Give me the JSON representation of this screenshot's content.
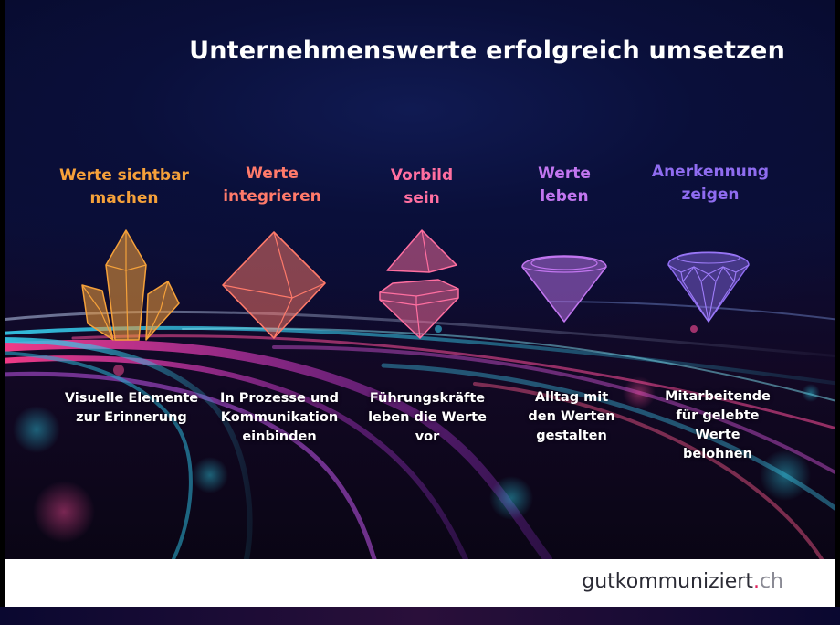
{
  "title": "Unternehmenswerte erfolgreich umsetzen",
  "colors": {
    "orange": "#f5a13a",
    "coral": "#ff7a6a",
    "pink": "#ff6fa0",
    "violet": "#c276f0",
    "blue_violet": "#8f6cf0",
    "brand_dot": "#e0245e"
  },
  "columns": [
    {
      "title_lines": [
        "Werte sichtbar",
        "machen"
      ],
      "description_lines": [
        "Visuelle Elemente",
        "zur Erinnerung"
      ],
      "icon": "crystal-cluster-icon",
      "color": "#f5a13a"
    },
    {
      "title_lines": [
        "Werte",
        "integrieren"
      ],
      "description_lines": [
        "In Prozesse und",
        "Kommunikation",
        "einbinden"
      ],
      "icon": "octahedron-icon",
      "color": "#ff7a6a"
    },
    {
      "title_lines": [
        "Vorbild",
        "sein"
      ],
      "description_lines": [
        "Führungskräfte",
        "leben die Werte vor"
      ],
      "icon": "split-gem-icon",
      "color": "#ff6fa0"
    },
    {
      "title_lines": [
        "Werte",
        "leben"
      ],
      "description_lines": [
        "Alltag mit",
        "den Werten",
        "gestalten"
      ],
      "icon": "diamond-icon",
      "color": "#c276f0"
    },
    {
      "title_lines": [
        "Anerkennung",
        "zeigen"
      ],
      "description_lines": [
        "Mitarbeitende",
        "für gelebte",
        "Werte",
        "belohnen"
      ],
      "icon": "brilliant-diamond-icon",
      "color": "#8f6cf0"
    }
  ],
  "footer": {
    "brand_name": "gutkommuniziert",
    "brand_dot": ".",
    "brand_tld": "ch"
  }
}
